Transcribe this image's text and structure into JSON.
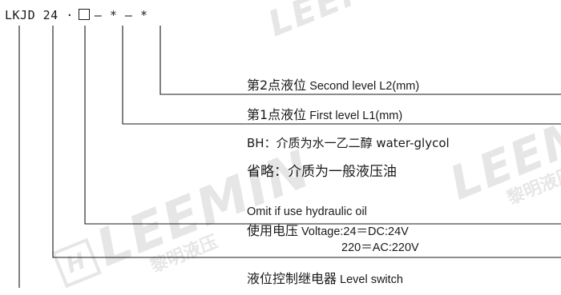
{
  "code": {
    "prefix": "LKJD 24 ·",
    "dash1": "—",
    "star1": "*",
    "dash2": "—",
    "star2": "*"
  },
  "watermark": {
    "brand": "LEEMIN",
    "chinese": "黎明液压",
    "logo_letter": "H"
  },
  "items": {
    "second_level": {
      "cn": "第2点液位",
      "en": "Second level L2(mm)"
    },
    "first_level": {
      "cn": "第1点液位",
      "en": "First level L1(mm)"
    },
    "medium_bh": "BH：介质为水一乙二醇 water-glycol",
    "medium_omit_cn": "省略：介质为一般液压油",
    "medium_omit_en": "Omit if use hydraulic oil",
    "voltage_cn": "使用电压",
    "voltage_en": "Voltage:24＝DC:24V",
    "voltage_en2": "220＝AC:220V",
    "relay_cn": "液位控制继电器",
    "relay_en": "Level switch"
  }
}
